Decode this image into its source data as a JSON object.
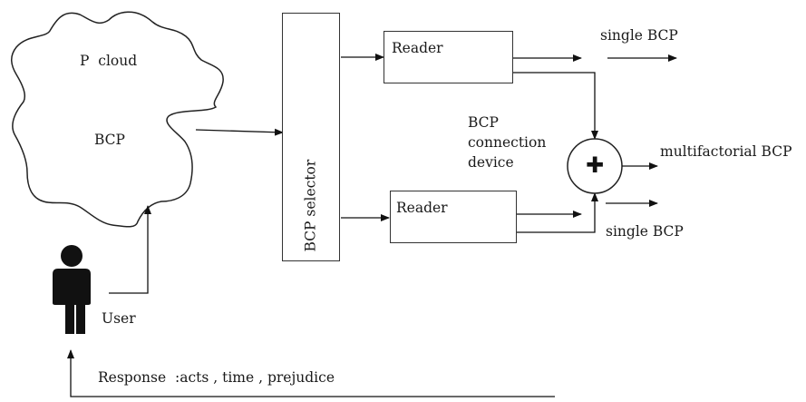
{
  "cloud": {
    "label_top": "P  cloud",
    "label_mid": "BCP"
  },
  "selector": {
    "label": "BCP selector"
  },
  "reader_top": {
    "label": "Reader"
  },
  "reader_bottom": {
    "label": "Reader"
  },
  "outputs": {
    "single_top": "single BCP",
    "single_bottom": "single BCP",
    "multifactorial": "multifactorial BCP"
  },
  "connection_device": {
    "line1": "BCP",
    "line2": "connection",
    "line3": "device",
    "symbol": "✚"
  },
  "user": {
    "label": "User"
  },
  "feedback": {
    "label": "Response  :acts , time , prejudice"
  }
}
